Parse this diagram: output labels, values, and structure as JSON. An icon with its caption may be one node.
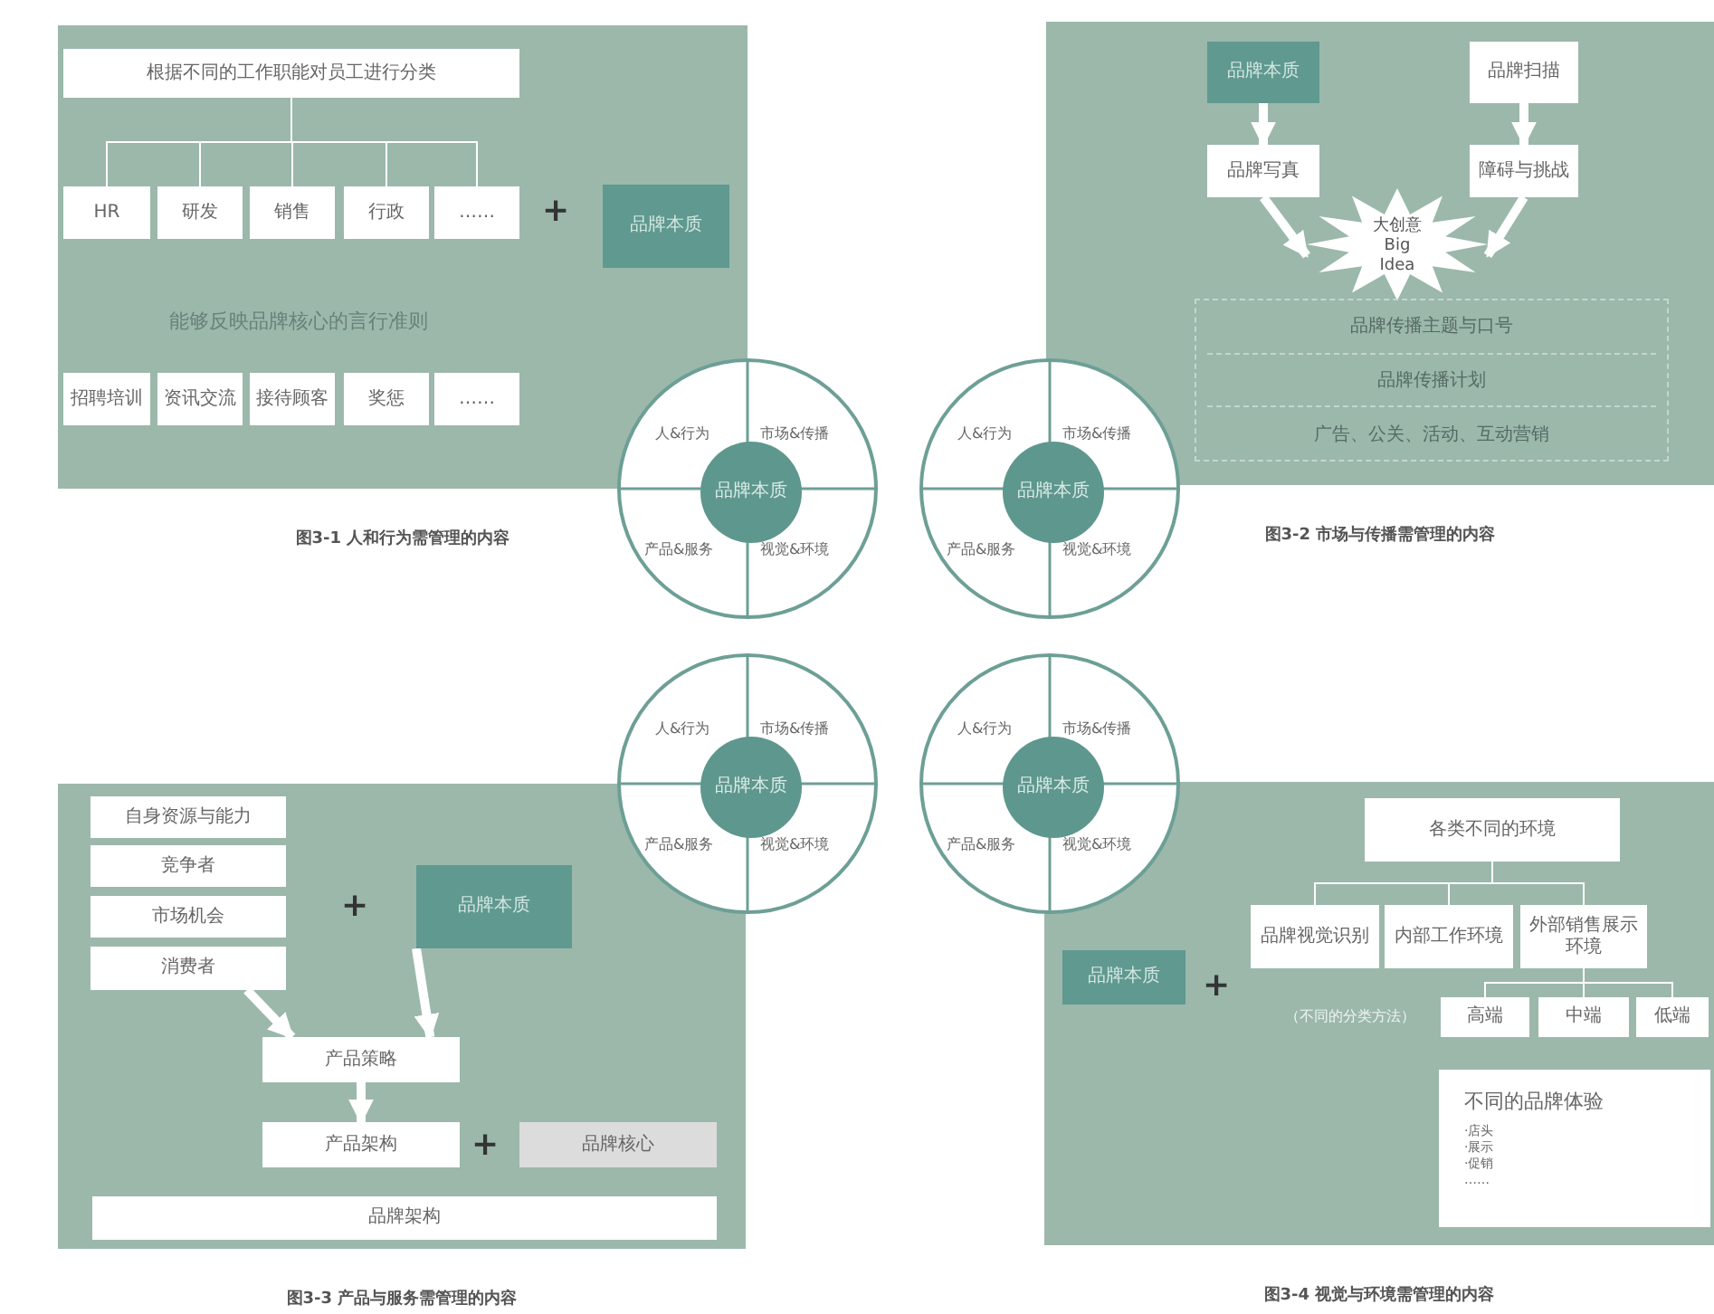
{
  "diagram": {
    "nodes": [
      {
        "text": [
          "图3-1 人和行为需管理的内容"
        ]
      },
      {
        "text": [
          "根据不同的工作职能对员工进行分类"
        ],
        "in": 0
      },
      {
        "text": [
          "HR"
        ],
        "in": 0
      },
      {
        "text": [
          "研发"
        ],
        "in": 0
      },
      {
        "text": [
          "销售"
        ],
        "in": 0
      },
      {
        "text": [
          "行政"
        ],
        "in": 0
      },
      {
        "text": [
          "……"
        ],
        "in": 0
      },
      {
        "text": [
          "品牌本质"
        ],
        "in": 0
      },
      {
        "text": [
          "招聘培训"
        ],
        "in": 0
      },
      {
        "text": [
          "资讯交流"
        ],
        "in": 0
      },
      {
        "text": [
          "接待顾客"
        ],
        "in": 0
      },
      {
        "text": [
          "奖惩"
        ],
        "in": 0
      },
      {
        "text": [
          "……"
        ],
        "in": 0
      },
      {
        "text": [
          "图3-2 市场与传播需管理的内容"
        ]
      },
      {
        "text": [
          "品牌本质"
        ],
        "in": 13
      },
      {
        "text": [
          "品牌扫描"
        ],
        "in": 13
      },
      {
        "text": [
          "品牌写真"
        ],
        "in": 13
      },
      {
        "text": [
          "障碍与挑战"
        ],
        "in": 13
      },
      {
        "text": [
          "大创意 Big Idea"
        ],
        "in": 13
      },
      {
        "text": [
          "品牌传播主题与口号",
          "品牌传播计划",
          "广告、公关、活动、互动营销"
        ],
        "in": 13
      },
      {
        "text": [
          "人&行为",
          "市场&传播",
          "产品&服务",
          "视觉&环境"
        ]
      },
      {
        "text": [
          "品牌本质"
        ],
        "in": 20
      },
      {
        "text": [
          "人&行为",
          "市场&传播",
          "产品&服务",
          "视觉&环境"
        ]
      },
      {
        "text": [
          "品牌本质"
        ],
        "in": 22
      },
      {
        "text": [
          "人&行为",
          "市场&传播",
          "产品&服务",
          "视觉&环境"
        ]
      },
      {
        "text": [
          "品牌本质"
        ],
        "in": 24
      },
      {
        "text": [
          "人&行为",
          "市场&传播",
          "产品&服务",
          "视觉&环境"
        ]
      },
      {
        "text": [
          "品牌本质"
        ],
        "in": 26
      },
      {
        "text": [
          "图3-3 产品与服务需管理的内容"
        ]
      },
      {
        "text": [
          "自身资源与能力"
        ],
        "in": 28
      },
      {
        "text": [
          "竞争者"
        ],
        "in": 28
      },
      {
        "text": [
          "市场机会"
        ],
        "in": 28
      },
      {
        "text": [
          "消费者"
        ],
        "in": 28
      },
      {
        "text": [
          "品牌本质"
        ],
        "in": 28
      },
      {
        "text": [
          "产品策略"
        ],
        "in": 28
      },
      {
        "text": [
          "产品架构"
        ],
        "in": 28
      },
      {
        "text": [
          "品牌核心"
        ],
        "in": 28
      },
      {
        "text": [
          "品牌架构"
        ],
        "in": 28
      },
      {
        "text": [
          "图3-4 视觉与环境需管理的内容"
        ]
      },
      {
        "text": [
          "品牌本质"
        ],
        "in": 38
      },
      {
        "text": [
          "各类不同的环境"
        ],
        "in": 38
      },
      {
        "text": [
          "品牌视觉识别"
        ],
        "in": 38
      },
      {
        "text": [
          "内部工作环境"
        ],
        "in": 38
      },
      {
        "text": [
          "外部销售展示环境"
        ],
        "in": 38
      },
      {
        "text": [
          "高端"
        ],
        "in": 38
      },
      {
        "text": [
          "中端"
        ],
        "in": 38
      },
      {
        "text": [
          "低端"
        ],
        "in": 38
      },
      {
        "text": [
          "不同的品牌体验",
          "·店头",
          "·展示",
          "·促销",
          "……"
        ],
        "in": 38
      }
    ],
    "edges": [
      {
        "from": 1,
        "to": 2,
        "arrow": "none"
      },
      {
        "from": 1,
        "to": 3,
        "arrow": "none"
      },
      {
        "from": 1,
        "to": 4,
        "arrow": "none"
      },
      {
        "from": 1,
        "to": 5,
        "arrow": "none"
      },
      {
        "from": 1,
        "to": 6,
        "arrow": "none"
      },
      {
        "from": 14,
        "to": 16,
        "arrow": "to",
        "style": "thick"
      },
      {
        "from": 15,
        "to": 17,
        "arrow": "to",
        "style": "thick"
      },
      {
        "from": 16,
        "to": 18,
        "arrow": "to",
        "style": "thick"
      },
      {
        "from": 17,
        "to": 18,
        "arrow": "to",
        "style": "thick"
      },
      {
        "from": 32,
        "to": 34,
        "arrow": "to",
        "style": "thick"
      },
      {
        "from": 33,
        "to": 34,
        "arrow": "to",
        "style": "thick"
      },
      {
        "from": 34,
        "to": 35,
        "arrow": "to",
        "style": "thick"
      },
      {
        "from": 40,
        "to": 41,
        "arrow": "none"
      },
      {
        "from": 40,
        "to": 42,
        "arrow": "none"
      },
      {
        "from": 40,
        "to": 43,
        "arrow": "none"
      },
      {
        "from": 43,
        "to": 44,
        "arrow": "none"
      },
      {
        "from": 43,
        "to": 45,
        "arrow": "none"
      },
      {
        "from": 43,
        "to": 46,
        "arrow": "none"
      }
    ],
    "labels": [
      "+",
      "能够反映品牌核心的言行准则",
      "+",
      "+",
      "+",
      "（不同的分类方法）"
    ]
  }
}
